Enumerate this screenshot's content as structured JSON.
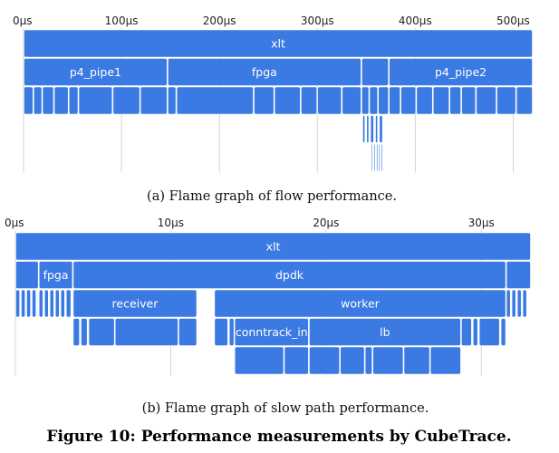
{
  "colors": {
    "block": "#3a7ae2",
    "edge": "#ffffff",
    "axis": "#c9c9c9"
  },
  "figure_caption": "Figure 10: Performance measurements by CubeTrace.",
  "chart_data": [
    {
      "type": "flamegraph",
      "caption": "(a)  Flame graph of flow performance.",
      "x_unit": "µs",
      "xlim": [
        0,
        520
      ],
      "ticks": [
        {
          "v": 0,
          "label": "0µs"
        },
        {
          "v": 100,
          "label": "100µs"
        },
        {
          "v": 200,
          "label": "200µs"
        },
        {
          "v": 300,
          "label": "300µs"
        },
        {
          "v": 400,
          "label": "400µs"
        },
        {
          "v": 500,
          "label": "500µs"
        }
      ],
      "frames": [
        {
          "d": 0,
          "s": 0,
          "e": 520,
          "label": "xlt"
        },
        {
          "d": 1,
          "s": 0,
          "e": 147,
          "label": "p4_pipe1"
        },
        {
          "d": 1,
          "s": 147,
          "e": 345,
          "label": "fpga"
        },
        {
          "d": 1,
          "s": 345,
          "e": 373
        },
        {
          "d": 1,
          "s": 373,
          "e": 520,
          "label": "p4_pipe2"
        },
        {
          "d": 2,
          "s": 0,
          "e": 10
        },
        {
          "d": 2,
          "s": 10,
          "e": 19
        },
        {
          "d": 2,
          "s": 19,
          "e": 31
        },
        {
          "d": 2,
          "s": 31,
          "e": 46
        },
        {
          "d": 2,
          "s": 46,
          "e": 56
        },
        {
          "d": 2,
          "s": 56,
          "e": 91
        },
        {
          "d": 2,
          "s": 91,
          "e": 119
        },
        {
          "d": 2,
          "s": 119,
          "e": 147
        },
        {
          "d": 2,
          "s": 147,
          "e": 156
        },
        {
          "d": 2,
          "s": 156,
          "e": 235
        },
        {
          "d": 2,
          "s": 235,
          "e": 256
        },
        {
          "d": 2,
          "s": 256,
          "e": 283
        },
        {
          "d": 2,
          "s": 283,
          "e": 300
        },
        {
          "d": 2,
          "s": 300,
          "e": 325
        },
        {
          "d": 2,
          "s": 325,
          "e": 345
        },
        {
          "d": 2,
          "s": 345,
          "e": 353
        },
        {
          "d": 2,
          "s": 353,
          "e": 362
        },
        {
          "d": 2,
          "s": 362,
          "e": 373
        },
        {
          "d": 2,
          "s": 373,
          "e": 385
        },
        {
          "d": 2,
          "s": 385,
          "e": 401
        },
        {
          "d": 2,
          "s": 401,
          "e": 418
        },
        {
          "d": 2,
          "s": 418,
          "e": 435
        },
        {
          "d": 2,
          "s": 435,
          "e": 447
        },
        {
          "d": 2,
          "s": 447,
          "e": 462
        },
        {
          "d": 2,
          "s": 462,
          "e": 483
        },
        {
          "d": 2,
          "s": 483,
          "e": 503
        },
        {
          "d": 2,
          "s": 503,
          "e": 520
        },
        {
          "d": 3,
          "s": 346,
          "e": 349
        },
        {
          "d": 3,
          "s": 350,
          "e": 353
        },
        {
          "d": 3,
          "s": 354,
          "e": 358
        },
        {
          "d": 3,
          "s": 359,
          "e": 362
        },
        {
          "d": 3,
          "s": 363,
          "e": 367
        },
        {
          "d": 4,
          "s": 355,
          "e": 357
        },
        {
          "d": 4,
          "s": 357.5,
          "e": 359.5
        },
        {
          "d": 4,
          "s": 360,
          "e": 362
        },
        {
          "d": 4,
          "s": 362.5,
          "e": 364.5
        },
        {
          "d": 4,
          "s": 365,
          "e": 367
        }
      ]
    },
    {
      "type": "flamegraph",
      "caption": "(b)  Flame graph of slow path performance.",
      "x_unit": "µs",
      "xlim": [
        0,
        33.2
      ],
      "ticks": [
        {
          "v": 0,
          "label": "0µs"
        },
        {
          "v": 10,
          "label": "10µs"
        },
        {
          "v": 20,
          "label": "20µs"
        },
        {
          "v": 30,
          "label": "30µs"
        }
      ],
      "frames": [
        {
          "d": 0,
          "s": 0,
          "e": 33.2,
          "label": "xlt"
        },
        {
          "d": 1,
          "s": 0,
          "e": 1.5
        },
        {
          "d": 1,
          "s": 1.5,
          "e": 3.7,
          "label": "fpga"
        },
        {
          "d": 1,
          "s": 3.7,
          "e": 31.6,
          "label": "dpdk"
        },
        {
          "d": 1,
          "s": 31.6,
          "e": 33.2
        },
        {
          "d": 2,
          "s": 0,
          "e": 0.3
        },
        {
          "d": 2,
          "s": 0.35,
          "e": 0.65
        },
        {
          "d": 2,
          "s": 0.7,
          "e": 1.0
        },
        {
          "d": 2,
          "s": 1.05,
          "e": 1.35
        },
        {
          "d": 2,
          "s": 1.5,
          "e": 1.8
        },
        {
          "d": 2,
          "s": 1.85,
          "e": 2.15
        },
        {
          "d": 2,
          "s": 2.2,
          "e": 2.5
        },
        {
          "d": 2,
          "s": 2.55,
          "e": 2.85
        },
        {
          "d": 2,
          "s": 2.9,
          "e": 3.2
        },
        {
          "d": 2,
          "s": 3.25,
          "e": 3.6
        },
        {
          "d": 2,
          "s": 3.7,
          "e": 11.7,
          "label": "receiver"
        },
        {
          "d": 2,
          "s": 12.8,
          "e": 31.6,
          "label": "worker"
        },
        {
          "d": 2,
          "s": 31.6,
          "e": 31.9
        },
        {
          "d": 2,
          "s": 31.95,
          "e": 32.25
        },
        {
          "d": 2,
          "s": 32.3,
          "e": 32.6
        },
        {
          "d": 2,
          "s": 32.65,
          "e": 32.95
        },
        {
          "d": 3,
          "s": 3.7,
          "e": 4.15
        },
        {
          "d": 3,
          "s": 4.2,
          "e": 4.65
        },
        {
          "d": 3,
          "s": 4.7,
          "e": 6.4
        },
        {
          "d": 3,
          "s": 6.4,
          "e": 10.5
        },
        {
          "d": 3,
          "s": 10.5,
          "e": 11.7
        },
        {
          "d": 3,
          "s": 12.8,
          "e": 13.7
        },
        {
          "d": 3,
          "s": 13.75,
          "e": 14.1
        },
        {
          "d": 3,
          "s": 14.1,
          "e": 18.9,
          "label": "conntrack_in"
        },
        {
          "d": 3,
          "s": 18.9,
          "e": 28.7,
          "label": "lb"
        },
        {
          "d": 3,
          "s": 28.7,
          "e": 29.4
        },
        {
          "d": 3,
          "s": 29.45,
          "e": 29.8
        },
        {
          "d": 3,
          "s": 29.85,
          "e": 31.2
        },
        {
          "d": 3,
          "s": 31.25,
          "e": 31.6
        },
        {
          "d": 4,
          "s": 14.1,
          "e": 17.3
        },
        {
          "d": 4,
          "s": 17.3,
          "e": 18.9
        },
        {
          "d": 4,
          "s": 18.9,
          "e": 20.9
        },
        {
          "d": 4,
          "s": 20.9,
          "e": 22.5
        },
        {
          "d": 4,
          "s": 22.5,
          "e": 23.0
        },
        {
          "d": 4,
          "s": 23.0,
          "e": 25.0
        },
        {
          "d": 4,
          "s": 25.0,
          "e": 26.7
        },
        {
          "d": 4,
          "s": 26.7,
          "e": 28.7
        }
      ]
    }
  ]
}
